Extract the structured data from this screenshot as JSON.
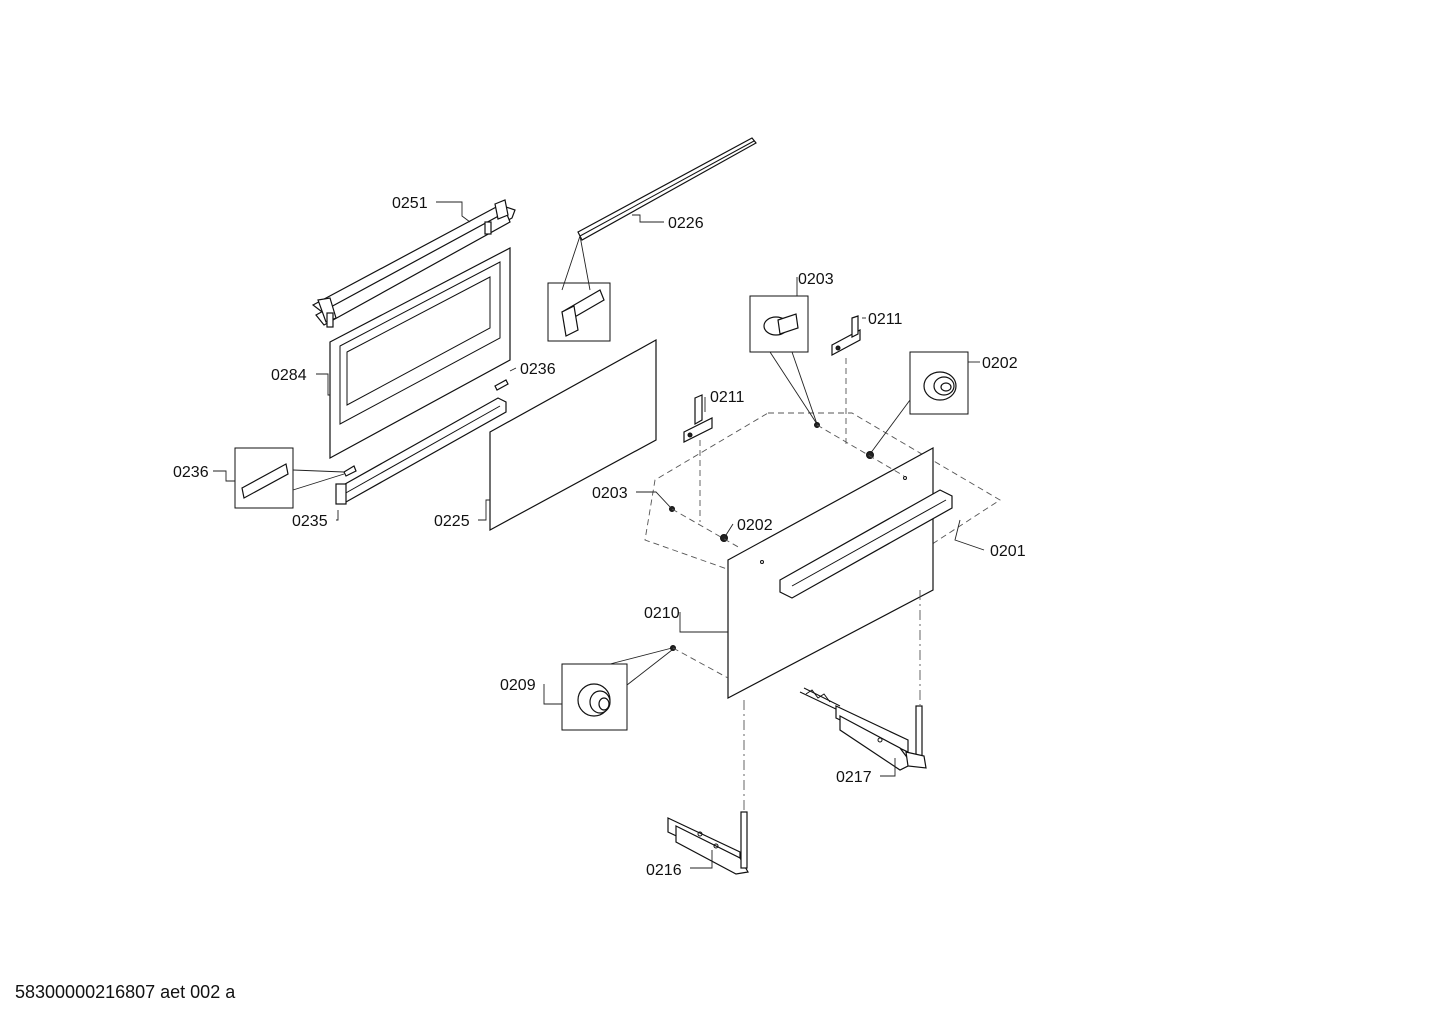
{
  "drawing_id": "58300000216807 aet 002 a",
  "parts": {
    "p0251": "0251",
    "p0226": "0226",
    "p0203a": "0203",
    "p0211a": "0211",
    "p0202a": "0202",
    "p0284": "0284",
    "p0236a": "0236",
    "p0211b": "0211",
    "p0236b": "0236",
    "p0203b": "0203",
    "p0202b": "0202",
    "p0201": "0201",
    "p0235": "0235",
    "p0225": "0225",
    "p0210": "0210",
    "p0209": "0209",
    "p0217": "0217",
    "p0216": "0216"
  }
}
